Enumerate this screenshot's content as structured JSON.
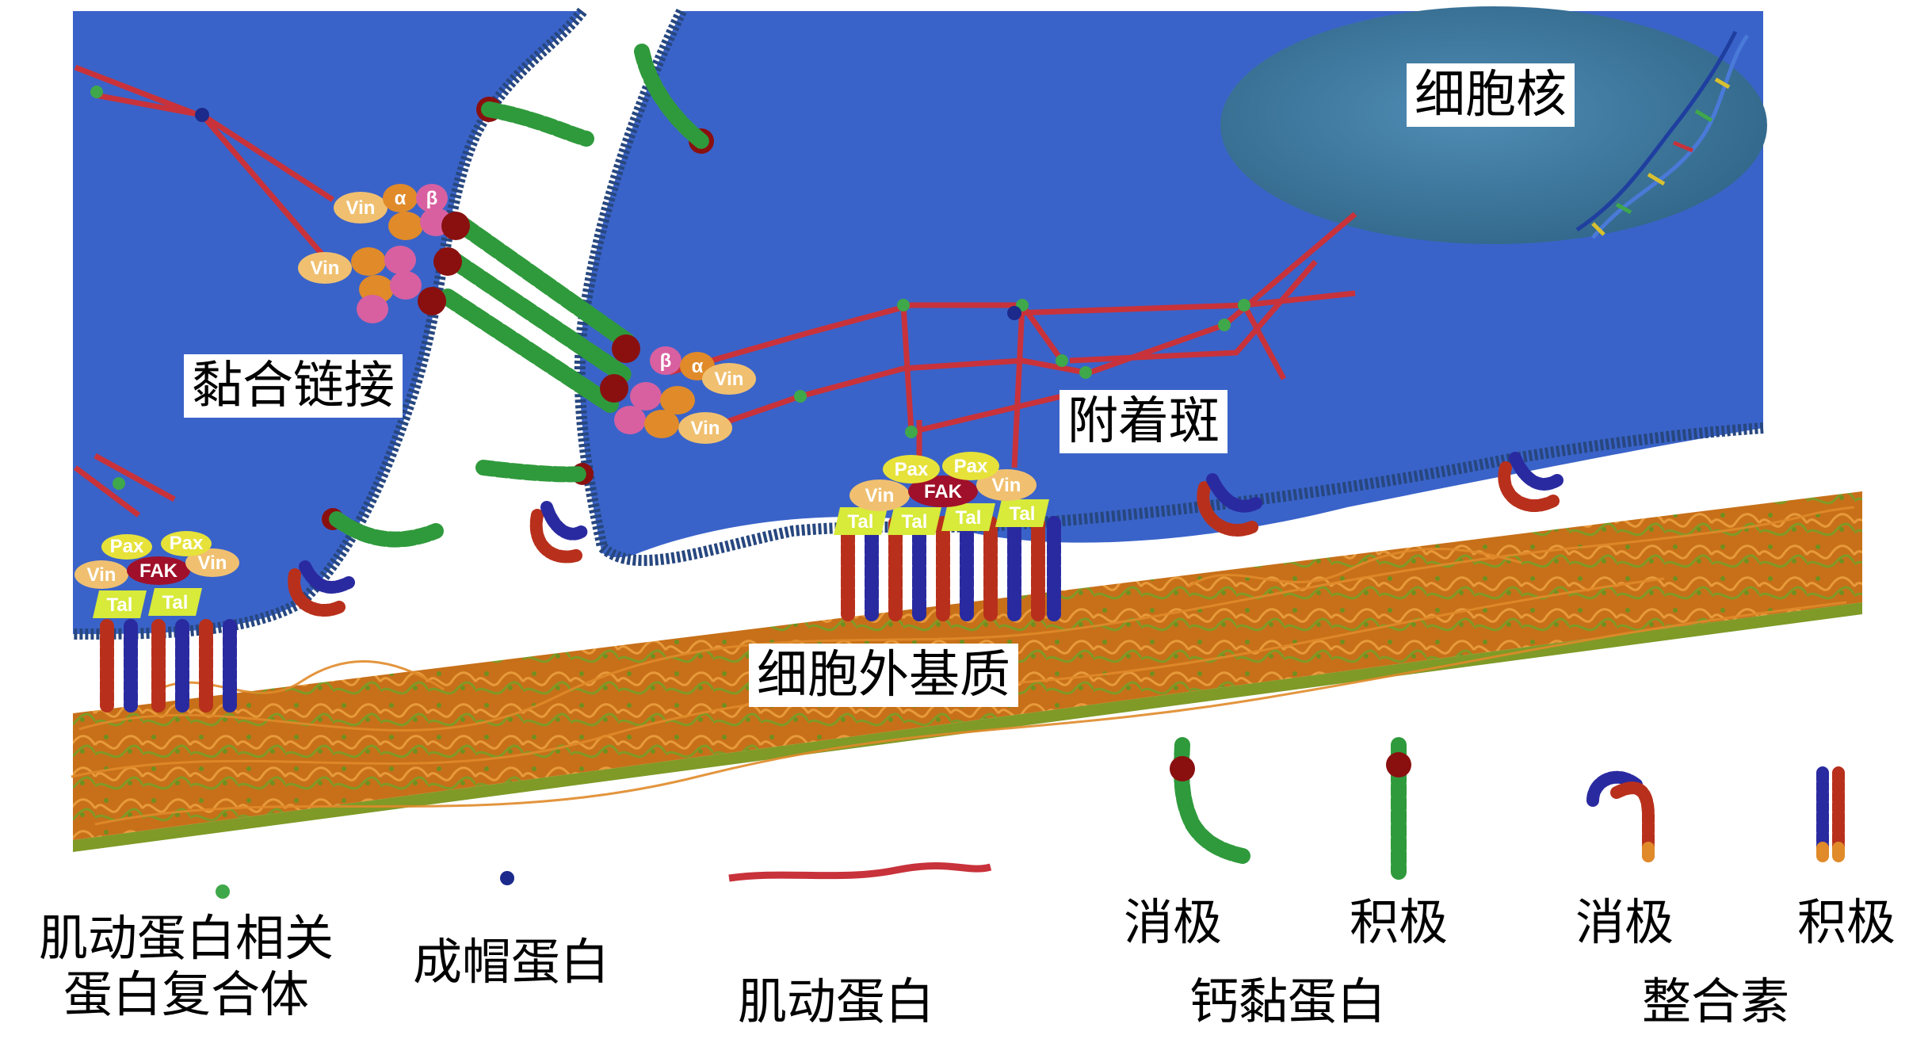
{
  "colors": {
    "cytoplasm": "#3a63c9",
    "membrane": "#27477f",
    "nucleus": "#3e7aa0",
    "actin": "#c8323a",
    "arp": "#3fa84a",
    "capping": "#1c2a8c",
    "ecm_fiber": "#d97a1c",
    "ecm_base": "#8aa22a",
    "cadherin_green": "#2f9a3c",
    "cadherin_red": "#8a1010",
    "integrin_red": "#b8301c",
    "integrin_blue": "#2a2aa0",
    "talin": "#d8ea3a",
    "paxillin": "#e6e23a",
    "vinculin": "#f0c070",
    "fak": "#a0102a",
    "alpha": "#e08a2a",
    "beta": "#d860a0"
  },
  "labels": {
    "nucleus": "细胞核",
    "adherens_junction": "黏合链接",
    "focal_adhesion": "附着斑",
    "ecm": "细胞外基质"
  },
  "chips": {
    "vin": "Vin",
    "tal": "Tal",
    "pax": "Pax",
    "fak": "FAK",
    "alpha": "α",
    "beta": "β"
  },
  "legend": {
    "arp_complex_line1": "肌动蛋白相关",
    "arp_complex_line2": "蛋白复合体",
    "capping_protein": "成帽蛋白",
    "actin": "肌动蛋白",
    "cadherin_passive": "消极",
    "cadherin_active": "积极",
    "cadherin": "钙黏蛋白",
    "integrin_passive": "消极",
    "integrin_active": "积极",
    "integrin": "整合素"
  }
}
